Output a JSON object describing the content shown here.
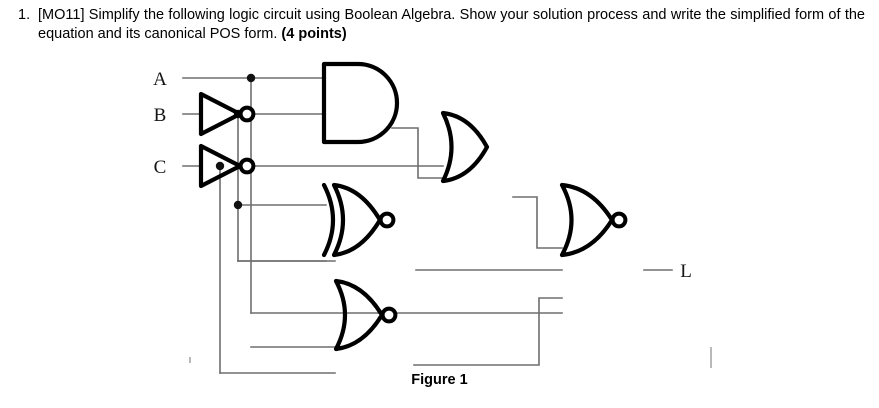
{
  "question": {
    "number": "1.",
    "text": "[MO11] Simplify the following logic circuit using Boolean Algebra. Show your solution process and write the simplified form of the equation and its canonical POS form. ",
    "points": "(4 points)"
  },
  "figure": {
    "caption": "Figure 1",
    "inputs": [
      {
        "label": "A"
      },
      {
        "label": "B"
      },
      {
        "label": "C"
      }
    ],
    "outputs": [
      {
        "label": "L"
      }
    ],
    "colors": {
      "wire": "#6e6e6e",
      "gate": "#000000",
      "label": "#151515",
      "background": "#ffffff"
    },
    "gates": [
      {
        "name": "not-gate-b",
        "type": "NOT"
      },
      {
        "name": "not-gate-c",
        "type": "NOT"
      },
      {
        "name": "and-gate-1",
        "type": "AND"
      },
      {
        "name": "or-gate-1",
        "type": "OR"
      },
      {
        "name": "xnor-gate-1",
        "type": "XNOR"
      },
      {
        "name": "nor-gate-1",
        "type": "NOR"
      },
      {
        "name": "nor-gate-out",
        "type": "NOR"
      }
    ]
  }
}
